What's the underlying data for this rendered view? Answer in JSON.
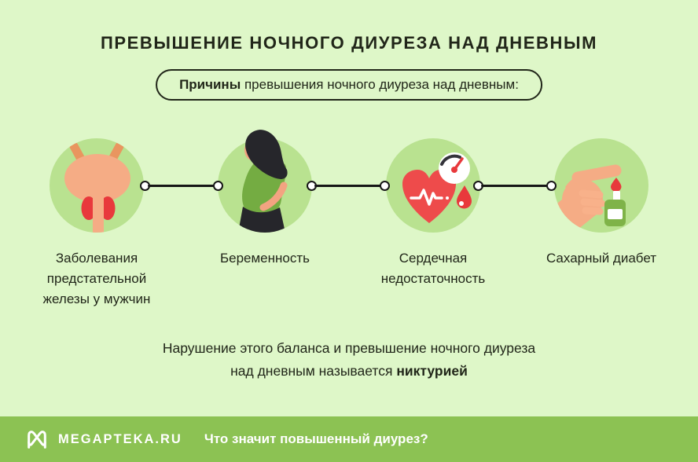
{
  "header": {
    "title": "ПРЕВЫШЕНИЕ НОЧНОГО ДИУРЕЗА НАД ДНЕВНЫМ",
    "reasons_pill": {
      "bold": "Причины",
      "rest": " превышения ночного диуреза над дневным:"
    }
  },
  "causes": [
    {
      "label": "Заболевания предстательной железы у мужчин",
      "icon": "prostate-bladder-icon"
    },
    {
      "label": "Беременность",
      "icon": "pregnant-woman-icon"
    },
    {
      "label": "Сердечная недостаточность",
      "icon": "heart-failure-icon"
    },
    {
      "label": "Сахарный диабет",
      "icon": "blood-sugar-test-icon"
    }
  ],
  "conclusion": {
    "line1": "Нарушение этого баланса и превышение ночного диуреза",
    "line2_prefix": "над дневным называется ",
    "term": "никтурией"
  },
  "footer": {
    "brand": "MEGAPTEKA.RU",
    "question": "Что значит повышенный диурез?"
  },
  "colors": {
    "background": "#DEF7C8",
    "icon_circle": "#B9E290",
    "footer_bar": "#8CC253",
    "text_dark": "#212619",
    "red": "#E8393C",
    "heart_red": "#EE4B4B",
    "peach": "#F5AC85",
    "peach_dark": "#E9965F",
    "skin": "#F3A381",
    "dress_green": "#74AC42",
    "device_green": "#7FB348",
    "dark_hair": "#26262B",
    "fingers_light": "#F8B18A",
    "white": "#FFFFFF"
  }
}
